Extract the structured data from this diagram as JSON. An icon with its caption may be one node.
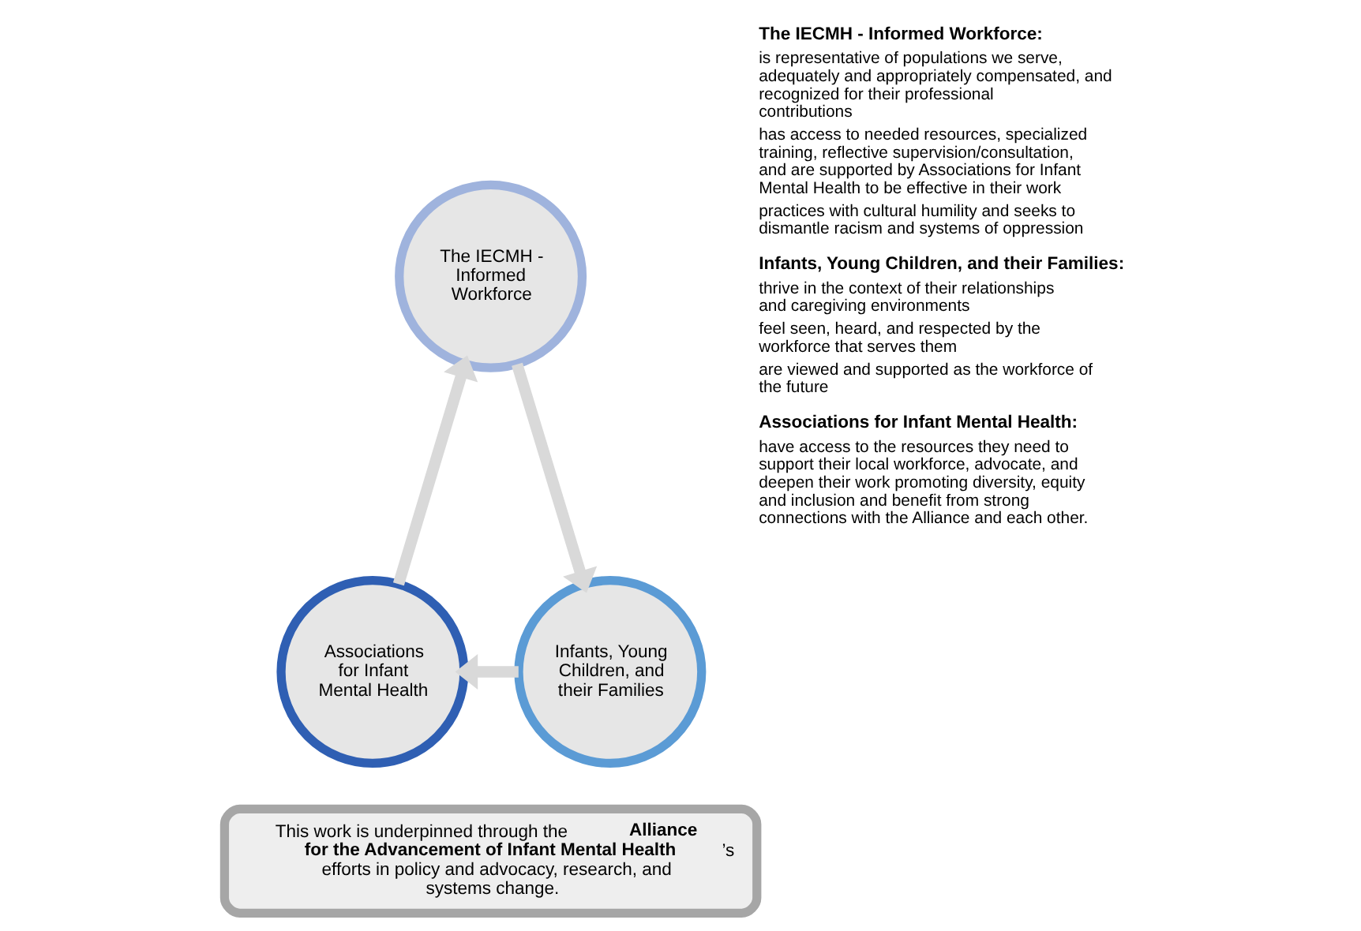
{
  "diagram": {
    "nodes": [
      {
        "text": [
          "The IECMH - Informed Workforce"
        ]
      },
      {
        "text": [
          "Infants, Young Children, and their Families"
        ]
      },
      {
        "text": [
          "Associations for Infant Mental Health"
        ]
      },
      {
        "text": [
          "This work is underpinned through the **Alliance for the Advancement of Infant Mental Health**’s efforts in policy and advocacy, research, and systems change."
        ]
      }
    ],
    "edges": [
      {
        "from": 0,
        "to": 1,
        "arrow": "to"
      },
      {
        "from": 1,
        "to": 2,
        "arrow": "to"
      },
      {
        "from": 2,
        "to": 0,
        "arrow": "to"
      }
    ],
    "labels": [
      "The IECMH - Informed Workforce:",
      "is representative of populations we serve, adequately and appropriately compensated, and recognized for their professional contributions",
      "has access to needed resources, specialized training, reflective supervision/consultation, and are supported by Associations for Infant Mental Health to be effective in their work",
      "practices with cultural humility and seeks to dismantle racism and systems of oppression",
      "Infants, Young Children, and their Families:",
      "thrive in the context of their relationships and caregiving environments",
      "feel seen, heard, and respected by the workforce that serves them",
      "are viewed and supported as the workforce of the future",
      "Associations for Infant Mental Health:",
      "have access to the resources they need to support their local workforce, advocate, and deepen their work promoting diversity, equity and inclusion and benefit from strong connections with the Alliance and each other."
    ]
  }
}
